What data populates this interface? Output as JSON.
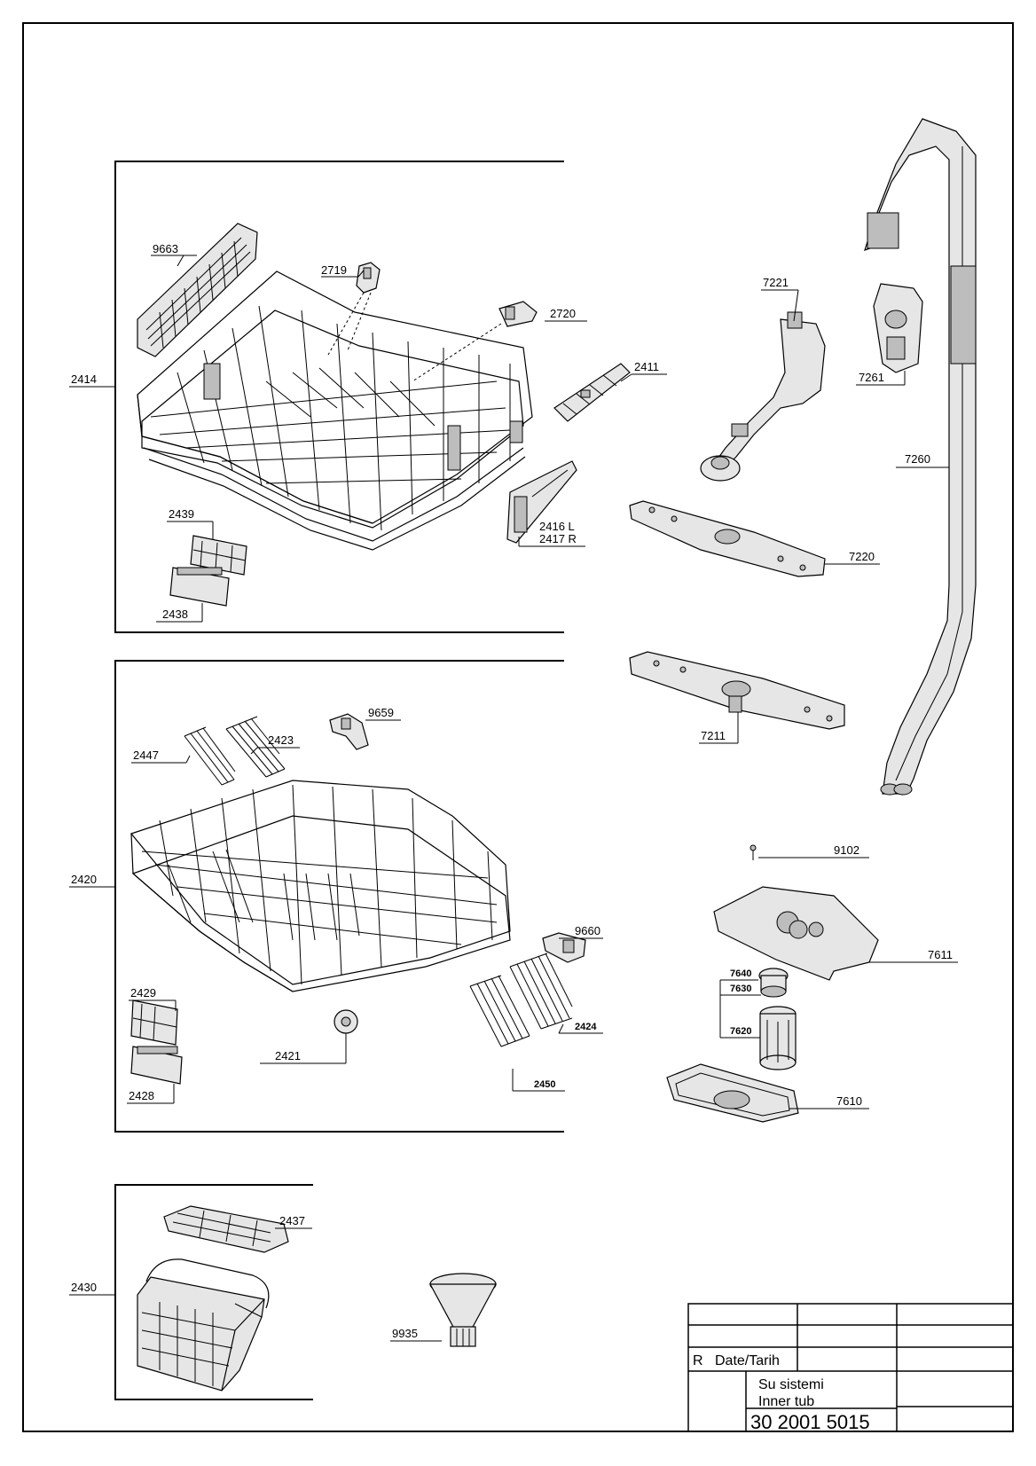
{
  "labels": {
    "p9663": "9663",
    "p2719": "2719",
    "p2720": "2720",
    "p2411": "2411",
    "p2414": "2414",
    "p2439": "2439",
    "p2438": "2438",
    "p2416": "2416 L",
    "p2417": "2417 R",
    "p7221": "7221",
    "p7261": "7261",
    "p7260": "7260",
    "p7220": "7220",
    "p7211": "7211",
    "p9659": "9659",
    "p2423": "2423",
    "p2447": "2447",
    "p2420": "2420",
    "p9660": "9660",
    "p2429": "2429",
    "p2421": "2421",
    "p2428": "2428",
    "p2424": "2424",
    "p2450": "2450",
    "p9102": "9102",
    "p7611": "7611",
    "p7640": "7640",
    "p7630": "7630",
    "p7620": "7620",
    "p7610": "7610",
    "p2437": "2437",
    "p2430": "2430",
    "p9935": "9935"
  },
  "title_block": {
    "revision": "R",
    "date_label": "Date/Tarih",
    "title_tr": "Su sistemi",
    "title_en": "Inner tub",
    "drawing_number": "30 2001 5015"
  }
}
